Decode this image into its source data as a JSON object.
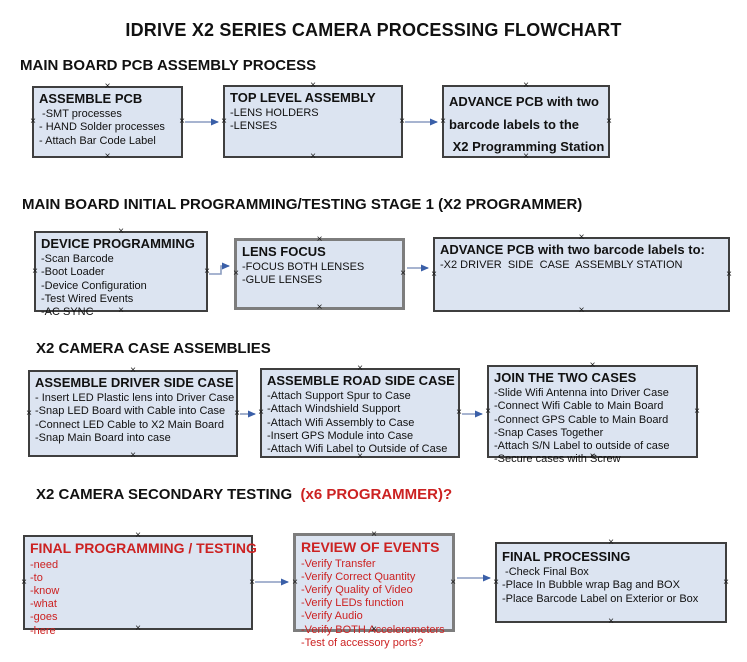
{
  "title": "IDRIVE X2  SERIES CAMERA PROCESSING FLOWCHART",
  "colors": {
    "box_fill": "#dce4f1",
    "box_border": "#3f3f3f",
    "gray_border": "#7d7d7d",
    "text": "#111111",
    "red": "#cc2222",
    "arrow_line": "#8a9cc0",
    "arrow_head": "#3a5fa8"
  },
  "sections": [
    {
      "heading_parts": [
        {
          "text": "MAIN BOARD PCB ASSEMBLY PROCESS",
          "color": "#111111"
        }
      ],
      "boxes": [
        {
          "title": {
            "text": "ASSEMBLE PCB",
            "color": "#111111"
          },
          "items": [
            " -SMT processes",
            "- HAND Solder processes",
            "- Attach Bar Code Label"
          ],
          "items_color": "#111111"
        },
        {
          "title": {
            "text": "TOP LEVEL ASSEMBLY",
            "color": "#111111"
          },
          "items": [
            "-LENS HOLDERS",
            "-LENSES"
          ],
          "items_color": "#111111"
        },
        {
          "title": {
            "text": "ADVANCE PCB with two",
            "color": "#111111"
          },
          "items": [
            "barcode labels to the",
            " X2 Programming Station"
          ],
          "items_color": "#111111"
        }
      ]
    },
    {
      "heading_parts": [
        {
          "text": "MAIN BOARD INITIAL PROGRAMMING/TESTING STAGE 1 (X2 PROGRAMMER)",
          "color": "#111111"
        }
      ],
      "boxes": [
        {
          "title": {
            "text": "DEVICE PROGRAMMING",
            "color": "#111111"
          },
          "items": [
            "-Scan Barcode",
            "-Boot Loader",
            "-Device Configuration",
            "-Test Wired Events",
            "-AC SYNC"
          ],
          "items_color": "#111111"
        },
        {
          "title": {
            "text": "LENS FOCUS",
            "color": "#111111"
          },
          "items": [
            "-FOCUS BOTH LENSES",
            "-GLUE LENSES"
          ],
          "items_color": "#111111"
        },
        {
          "title": {
            "text": "ADVANCE PCB with two barcode labels to:",
            "color": "#111111"
          },
          "items": [
            "-X2 DRIVER  SIDE  CASE  ASSEMBLY STATION"
          ],
          "items_color": "#111111"
        }
      ]
    },
    {
      "heading_parts": [
        {
          "text": "X2 CAMERA CASE ASSEMBLIES",
          "color": "#111111"
        }
      ],
      "boxes": [
        {
          "title": {
            "text": "ASSEMBLE DRIVER SIDE CASE",
            "color": "#111111"
          },
          "items": [
            "- Insert LED Plastic lens into Driver Case",
            "-Snap LED Board with Cable into Case",
            "-Connect LED Cable to X2 Main Board",
            "-Snap Main Board into case"
          ],
          "items_color": "#111111"
        },
        {
          "title": {
            "text": "ASSEMBLE ROAD SIDE CASE",
            "color": "#111111"
          },
          "items": [
            "-Attach Support Spur to Case",
            "-Attach Windshield Support",
            "-Attach Wifi Assembly to Case",
            "-Insert GPS Module into Case",
            "-Attach Wifi Label to Outside of Case"
          ],
          "items_color": "#111111"
        },
        {
          "title": {
            "text": "JOIN THE TWO CASES",
            "color": "#111111"
          },
          "items": [
            "-Slide Wifi Antenna into Driver Case",
            "-Connect Wifi Cable to Main Board",
            "-Connect GPS Cable to Main Board",
            "-Snap Cases Together",
            "-Attach S/N Label to outside of case",
            "-Secure cases with Screw"
          ],
          "items_color": "#111111"
        }
      ]
    },
    {
      "heading_parts": [
        {
          "text": "X2 CAMERA SECONDARY TESTING  ",
          "color": "#111111"
        },
        {
          "text": "(x6 PROGRAMMER)?",
          "color": "#cc2222"
        }
      ],
      "boxes": [
        {
          "title": {
            "text": "FINAL PROGRAMMING / TESTING",
            "color": "#cc2222"
          },
          "items": [
            "-need",
            "-to",
            "-know",
            "-what",
            "-goes",
            "-here"
          ],
          "items_color": "#cc2222"
        },
        {
          "title": {
            "text": "REVIEW OF EVENTS",
            "color": "#cc2222"
          },
          "items": [
            "-Verify Transfer",
            "-Verify Correct Quantity",
            "-Verify Quality of Video",
            "-Verify LEDs function",
            "-Verify Audio",
            "-Verify BOTH Accelerometers",
            "-Test of accessory ports?"
          ],
          "items_color": "#cc2222"
        },
        {
          "title": {
            "text": "FINAL PROCESSING",
            "color": "#111111"
          },
          "items": [
            " -Check Final Box",
            "-Place In Bubble wrap Bag and BOX",
            "-Place Barcode Label on Exterior or Box"
          ],
          "items_color": "#111111"
        }
      ]
    }
  ]
}
